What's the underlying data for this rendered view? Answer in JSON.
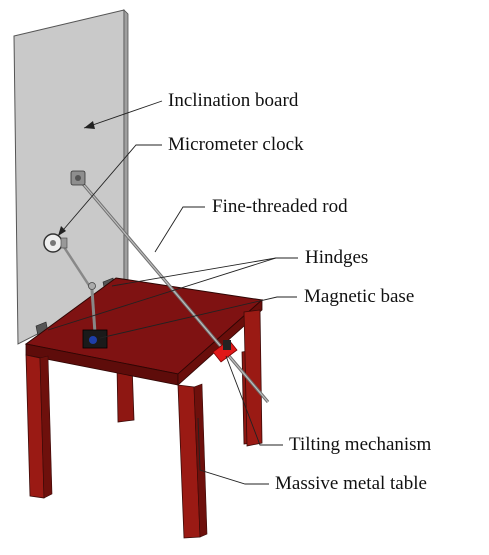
{
  "labels": {
    "inclination_board": "Inclination board",
    "micrometer_clock": "Micrometer clock",
    "fine_threaded_rod": "Fine-threaded rod",
    "hinges": "Hindges",
    "magnetic_base": "Magnetic base",
    "tilting_mechanism": "Tilting mechanism",
    "metal_table": "Massive metal table"
  },
  "colors": {
    "board": "#c8c8c8",
    "table_top": "#8b1414",
    "table_leg": "#9a1a14",
    "rod": "#8a8a8a",
    "tilting_mechanism": "#e01818",
    "magnetic_base": "#1e3ea8"
  }
}
